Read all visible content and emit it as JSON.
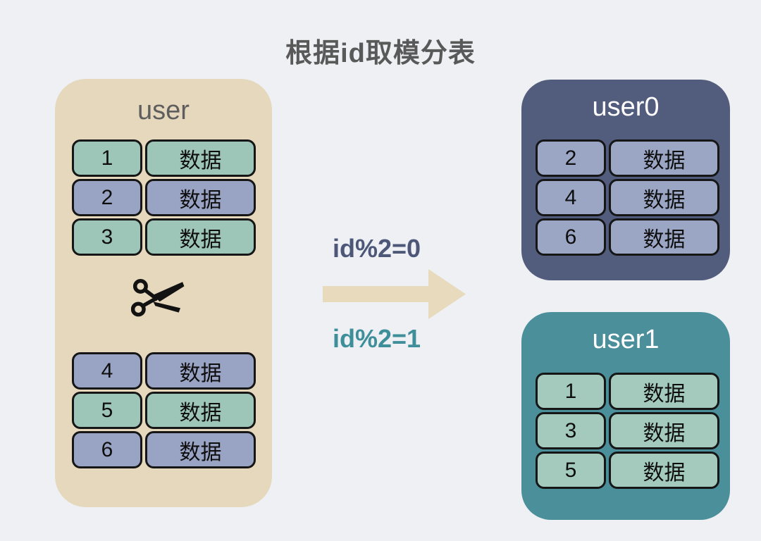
{
  "title": "根据id取模分表",
  "source_table": {
    "name": "user",
    "top_rows": [
      {
        "id": "1",
        "value": "数据",
        "variant": "green"
      },
      {
        "id": "2",
        "value": "数据",
        "variant": "blue"
      },
      {
        "id": "3",
        "value": "数据",
        "variant": "green"
      }
    ],
    "bottom_rows": [
      {
        "id": "4",
        "value": "数据",
        "variant": "blue"
      },
      {
        "id": "5",
        "value": "数据",
        "variant": "green"
      },
      {
        "id": "6",
        "value": "数据",
        "variant": "blue"
      }
    ],
    "split_icon": "scissors-icon"
  },
  "conditions": {
    "even": "id%2=0",
    "odd": "id%2=1"
  },
  "shards": [
    {
      "name": "user0",
      "rows": [
        {
          "id": "2",
          "value": "数据"
        },
        {
          "id": "4",
          "value": "数据"
        },
        {
          "id": "6",
          "value": "数据"
        }
      ]
    },
    {
      "name": "user1",
      "rows": [
        {
          "id": "1",
          "value": "数据"
        },
        {
          "id": "3",
          "value": "数据"
        },
        {
          "id": "5",
          "value": "数据"
        }
      ]
    }
  ],
  "colors": {
    "page_bg": "#eef0f3",
    "source_panel": "#e6d8bd",
    "shard0_panel": "#525d7e",
    "shard1_panel": "#4a8f9a",
    "cell_green": "#9dc6b8",
    "cell_blue": "#99a3c3",
    "shard0_cell": "#9ba6c5",
    "shard1_cell": "#a4cabe",
    "arrow": "#e7dabd",
    "cond_even_text": "#4d5878",
    "cond_odd_text": "#3f8f9a",
    "title_text": "#595959"
  }
}
